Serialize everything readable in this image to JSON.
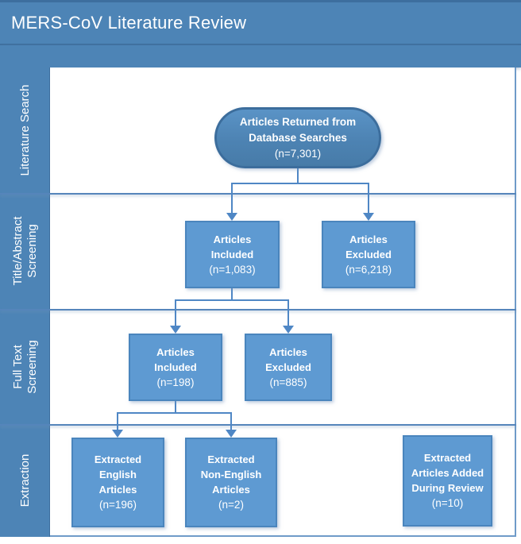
{
  "title_bar": {
    "title": "MERS-CoV Literature Review"
  },
  "colors": {
    "band_blue": "#4d84b6",
    "band_border": "#3d6e9e",
    "box_fill": "#5e9ad2",
    "box_border": "#4a85bd",
    "connector": "#4f87c5",
    "divider": "#5585bb",
    "text": "#ffffff"
  },
  "sidebar": {
    "bands": [
      {
        "id": "literature-search",
        "lines": [
          "Literature Search"
        ]
      },
      {
        "id": "title-abstract-screening",
        "lines": [
          "Title/Abstract",
          "Screening"
        ]
      },
      {
        "id": "full-text-screening",
        "lines": [
          "Full Text",
          "Screening"
        ]
      },
      {
        "id": "extraction",
        "lines": [
          "Extraction"
        ]
      }
    ]
  },
  "flowchart": {
    "nodes": {
      "start": {
        "shape": "rounded-rectangle",
        "lines": [
          "Articles Returned from",
          "Database Searches"
        ],
        "count": "(n=7,301)"
      },
      "ta_included": {
        "shape": "rectangle",
        "lines": [
          "Articles",
          "Included"
        ],
        "count": "(n=1,083)"
      },
      "ta_excluded": {
        "shape": "rectangle",
        "lines": [
          "Articles",
          "Excluded"
        ],
        "count": "(n=6,218)"
      },
      "ft_included": {
        "shape": "rectangle",
        "lines": [
          "Articles",
          "Included"
        ],
        "count": "(n=198)"
      },
      "ft_excluded": {
        "shape": "rectangle",
        "lines": [
          "Articles",
          "Excluded"
        ],
        "count": "(n=885)"
      },
      "ex_english": {
        "shape": "rectangle",
        "lines": [
          "Extracted",
          "English",
          "Articles"
        ],
        "count": "(n=196)"
      },
      "ex_non_english": {
        "shape": "rectangle",
        "lines": [
          "Extracted",
          "Non-English",
          "Articles"
        ],
        "count": "(n=2)"
      },
      "ex_added": {
        "shape": "rectangle",
        "lines": [
          "Extracted",
          "Articles Added",
          "During Review"
        ],
        "count": "(n=10)"
      }
    },
    "edges": [
      {
        "from": "start",
        "to": "ta_included"
      },
      {
        "from": "start",
        "to": "ta_excluded"
      },
      {
        "from": "ta_included",
        "to": "ft_included"
      },
      {
        "from": "ta_included",
        "to": "ft_excluded"
      },
      {
        "from": "ft_included",
        "to": "ex_english"
      },
      {
        "from": "ft_included",
        "to": "ex_non_english"
      }
    ]
  }
}
